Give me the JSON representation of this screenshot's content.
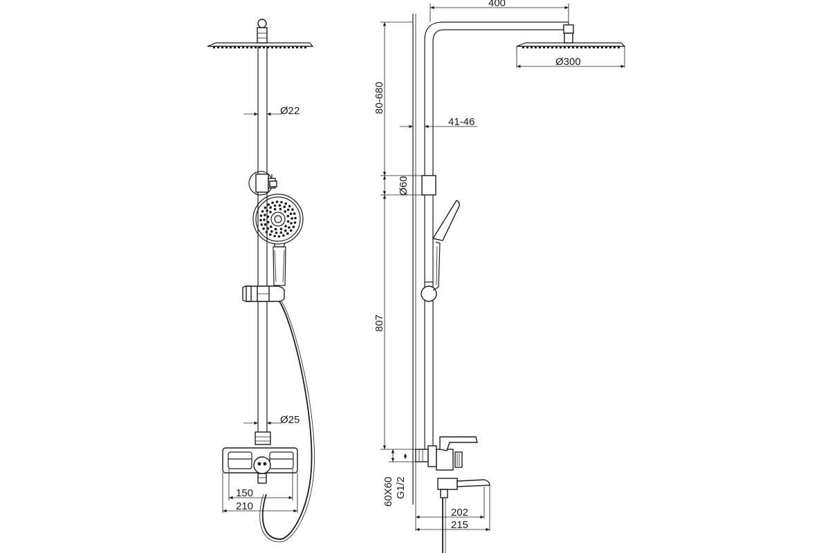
{
  "front_view": {
    "dim_pipe_upper": "Ø22",
    "dim_pipe_lower": "Ø25",
    "dim_inner_width": "150",
    "dim_outer_width": "210"
  },
  "side_view": {
    "dim_arm_length": "400",
    "dim_head_diameter": "Ø300",
    "dim_height_range": "80-680",
    "dim_wall_offset": "41-46",
    "dim_flange_diameter": "Ø60",
    "dim_lower_height": "807",
    "dim_connection_size": "60X60",
    "dim_thread": "G1/2",
    "dim_spout_short": "202",
    "dim_spout_long": "215"
  }
}
